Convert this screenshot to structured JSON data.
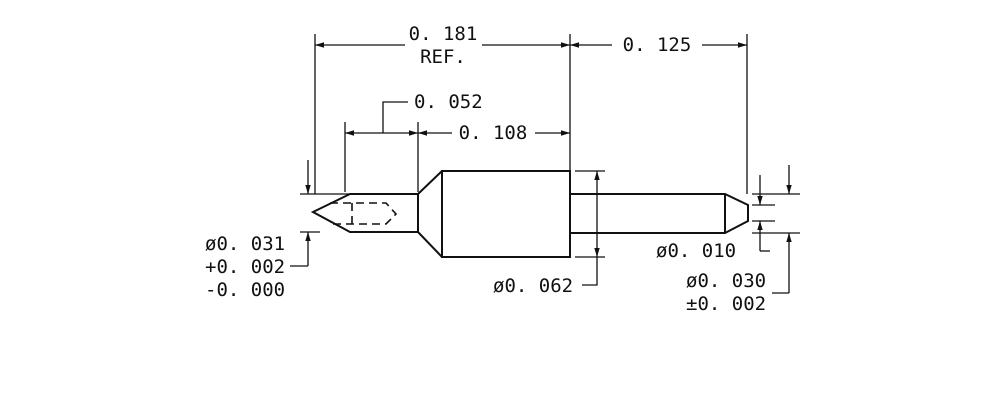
{
  "dimensions": {
    "overall_ref_value": "0. 181",
    "overall_ref_note": "REF.",
    "tail_length": "0. 125",
    "tip_length": "0. 052",
    "body_length": "0. 108",
    "tip_diameter": "ø0. 031",
    "tip_tol_plus": "+0. 002",
    "tip_tol_minus": "-0. 000",
    "body_diameter": "ø0. 062",
    "tail_end_diameter": "ø0. 010",
    "tail_diameter": "ø0. 030",
    "tail_tol": "±0. 002"
  }
}
